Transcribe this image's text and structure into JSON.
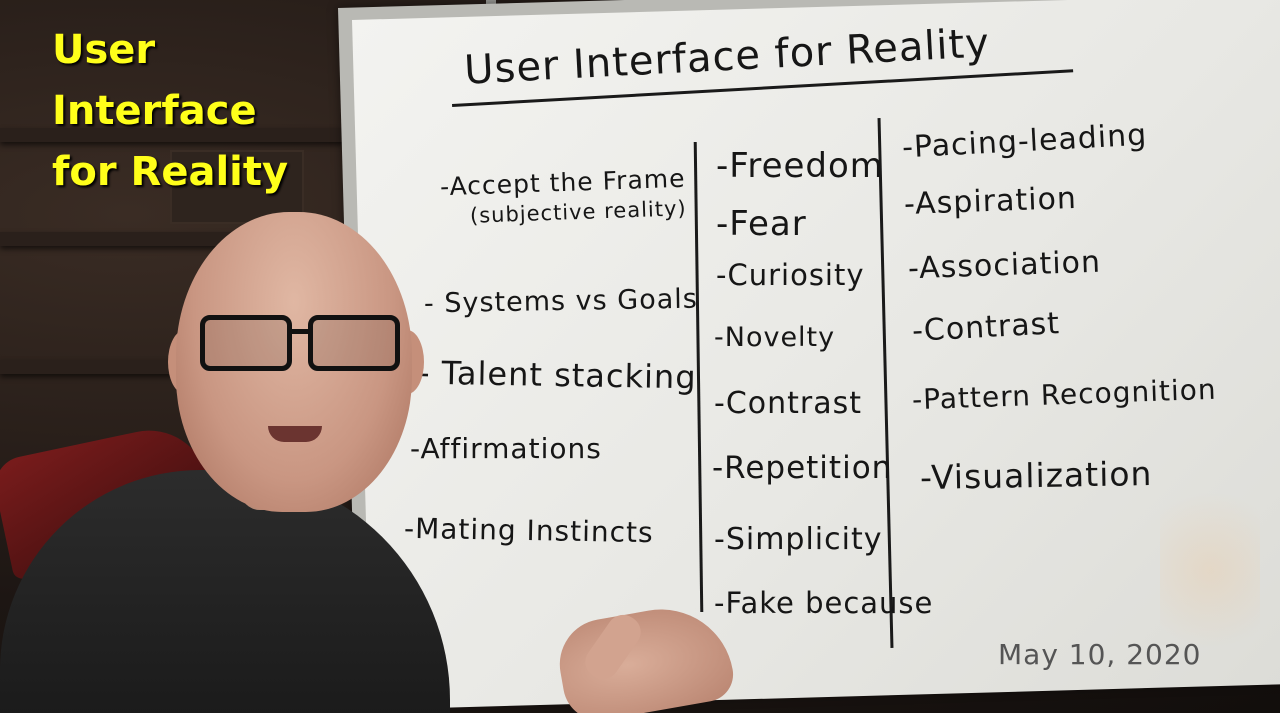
{
  "overlay_title": "User Interface for Reality",
  "board": {
    "title": "User Interface for Reality",
    "column1": [
      "-Accept the Frame",
      "(subjective reality)",
      "- Systems vs Goals",
      "- Talent stacking",
      "-Affirmations",
      "-Mating Instincts"
    ],
    "column2": [
      "-Freedom",
      "-Fear",
      "-Curiosity",
      "-Novelty",
      "-Contrast",
      "-Repetition",
      "-Simplicity",
      "-Fake because"
    ],
    "column3": [
      "-Pacing-leading",
      "-Aspiration",
      "-Association",
      "-Contrast",
      "-Pattern Recognition",
      "-Visualization"
    ]
  },
  "date": "May 10, 2020",
  "colors": {
    "overlay_text": "#ffff1a",
    "marker": "#161616",
    "board": "#f0f0ec"
  }
}
